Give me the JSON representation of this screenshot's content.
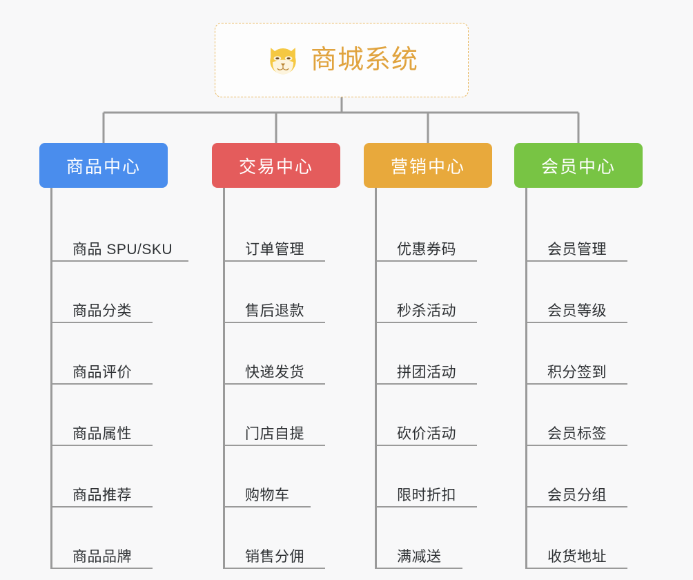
{
  "root": {
    "title": "商城系统",
    "icon": "shiba-dog-face-icon",
    "border_color": "#e9b962",
    "text_color": "#e0a33e"
  },
  "canvas": {
    "background_color": "#f8f8f9",
    "line_color": "#9a9a9a"
  },
  "columns": [
    {
      "id": "product-center",
      "label": "商品中心",
      "color": "#4a8ded",
      "items": [
        {
          "label": "商品 SPU/SKU",
          "underline_width": 200
        },
        {
          "label": "商品分类",
          "underline_width": 148
        },
        {
          "label": "商品评价",
          "underline_width": 148
        },
        {
          "label": "商品属性",
          "underline_width": 148
        },
        {
          "label": "商品推荐",
          "underline_width": 148
        },
        {
          "label": "商品品牌",
          "underline_width": 148
        }
      ]
    },
    {
      "id": "trade-center",
      "label": "交易中心",
      "color": "#e45c5c",
      "items": [
        {
          "label": "订单管理",
          "underline_width": 148
        },
        {
          "label": "售后退款",
          "underline_width": 148
        },
        {
          "label": "快递发货",
          "underline_width": 148
        },
        {
          "label": "门店自提",
          "underline_width": 148
        },
        {
          "label": "购物车",
          "underline_width": 127
        },
        {
          "label": "销售分佣",
          "underline_width": 148
        }
      ]
    },
    {
      "id": "marketing-center",
      "label": "营销中心",
      "color": "#e8a93c",
      "items": [
        {
          "label": "优惠券码",
          "underline_width": 148
        },
        {
          "label": "秒杀活动",
          "underline_width": 148
        },
        {
          "label": "拼团活动",
          "underline_width": 148
        },
        {
          "label": "砍价活动",
          "underline_width": 148
        },
        {
          "label": "限时折扣",
          "underline_width": 148
        },
        {
          "label": "满减送",
          "underline_width": 127
        }
      ]
    },
    {
      "id": "member-center",
      "label": "会员中心",
      "color": "#78c444",
      "items": [
        {
          "label": "会员管理",
          "underline_width": 148
        },
        {
          "label": "会员等级",
          "underline_width": 148
        },
        {
          "label": "积分签到",
          "underline_width": 148
        },
        {
          "label": "会员标签",
          "underline_width": 148
        },
        {
          "label": "会员分组",
          "underline_width": 148
        },
        {
          "label": "收货地址",
          "underline_width": 148
        }
      ]
    }
  ]
}
